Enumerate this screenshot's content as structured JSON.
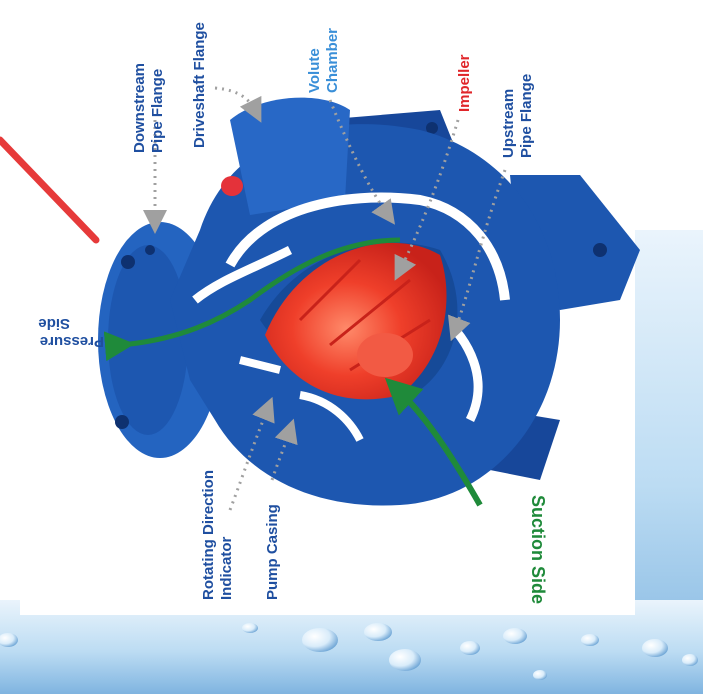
{
  "labels": {
    "downstream_line1": "Downstream",
    "downstream_line2": "Pipe Flange",
    "driveshaft": "Driveshaft Flange",
    "volute_line1": "Volute",
    "volute_line2": "Chamber",
    "impeller": "Impeller",
    "upstream_line1": "Upstream",
    "upstream_line2": "Pipe Flange",
    "pressure_line1": "Pressure",
    "pressure_line2": "Side",
    "suction": "Suction Side",
    "rotating_line1": "Rotating Direction",
    "rotating_line2": "Indicator",
    "casing": "Pump Casing"
  },
  "colors": {
    "label_blue": "#1f4fa0",
    "volute_label": "#3a8fd8",
    "impeller_label": "#e0262a",
    "flow_green": "#1f8a3a",
    "pump_blue": "#1d57b0",
    "impeller_red": "#ee3f2c",
    "background_water": "#cfe6f7"
  },
  "icons": [
    "pump-illustration",
    "flow-arrow",
    "pointer-arrow",
    "water-drops"
  ]
}
